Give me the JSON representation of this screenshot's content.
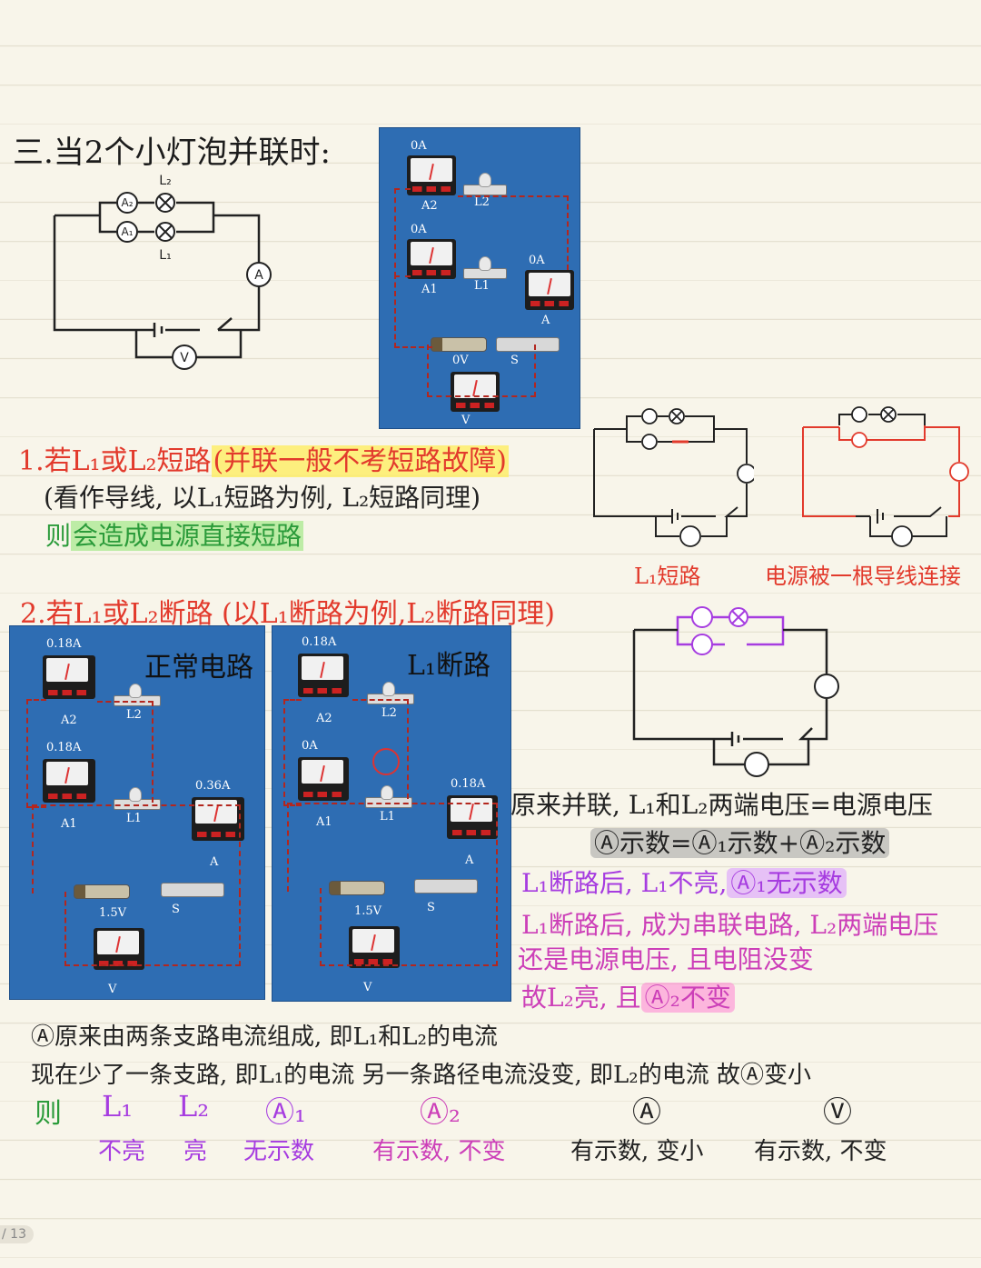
{
  "heading": "三.当2个小灯泡并联时:",
  "diagram_top": {
    "labels": {
      "l2": "L₂",
      "l1": "L₁",
      "a2": "A₂",
      "a1": "A₁",
      "a": "A",
      "v": "V"
    }
  },
  "sim_top": {
    "meter_a2": "0A",
    "a2": "A2",
    "l2": "L2",
    "meter_a1": "0A",
    "a1": "A1",
    "l1": "L1",
    "meter_a": "0A",
    "a": "A",
    "meter_v": "0V",
    "v": "V",
    "s": "S"
  },
  "section1": {
    "title_prefix": "1.若L₁或L₂短路",
    "title_note": "(并联一般不考短路故障)",
    "line2": "(看作导线, 以L₁短路为例, L₂短路同理)",
    "line3_prefix": "则",
    "line3_rest": "会造成电源直接短路",
    "caption_left": "L₁短路",
    "caption_right": "电源被一根导线连接"
  },
  "section2": {
    "title": "2.若L₁或L₂断路 (以L₁断路为例,L₂断路同理)",
    "panel_normal": {
      "heading": "正常电路",
      "meter_a2": "0.18A",
      "a2": "A2",
      "l2": "L2",
      "meter_a1": "0.18A",
      "a1": "A1",
      "l1": "L1",
      "meter_a": "0.36A",
      "a": "A",
      "meter_v": "1.5V",
      "v": "V",
      "s": "S"
    },
    "panel_open": {
      "heading": "L₁断路",
      "meter_a2": "0.18A",
      "a2": "A2",
      "l2": "L2",
      "meter_a1": "0A",
      "a1": "A1",
      "l1": "L1",
      "meter_a": "0.18A",
      "a": "A",
      "meter_v": "1.5V",
      "v": "V",
      "s": "S"
    },
    "right_notes": {
      "n1": "原来并联, L₁和L₂两端电压=电源电压",
      "n2": "Ⓐ示数=Ⓐ₁示数+Ⓐ₂示数",
      "n3_prefix": "L₁断路后, L₁不亮,",
      "n3_hl": "Ⓐ₁无示数",
      "n4": "L₁断路后, 成为串联电路, L₂两端电压",
      "n5": "还是电源电压, 且电阻没变",
      "n6_prefix": "故L₂亮, 且",
      "n6_hl": "Ⓐ₂不变"
    }
  },
  "conclusion": {
    "line1": "Ⓐ原来由两条支路电流组成, 即L₁和L₂的电流",
    "line2": "现在少了一条支路, 即L₁的电流  另一条路径电流没变, 即L₂的电流  故Ⓐ变小",
    "ze": "则",
    "headers": [
      "L₁",
      "L₂",
      "Ⓐ₁",
      "Ⓐ₂",
      "Ⓐ",
      "Ⓥ"
    ],
    "results": [
      "不亮",
      "亮",
      "无示数",
      "有示数, 不变",
      "有示数, 变小",
      "有示数, 不变"
    ]
  },
  "page_counter": "/ 13"
}
